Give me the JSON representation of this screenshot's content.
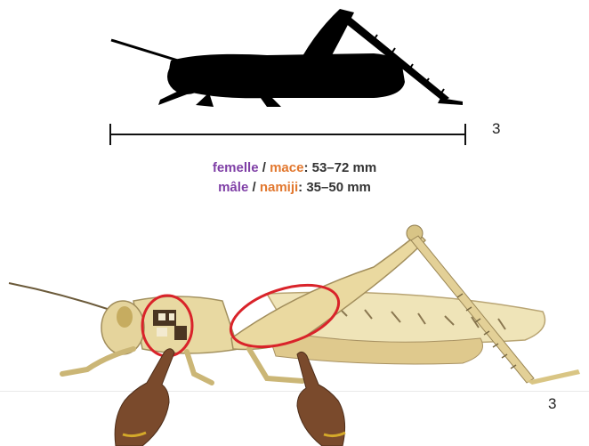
{
  "scale": {
    "top_number": "3",
    "bottom_number": "3"
  },
  "sizes": {
    "female": {
      "fr": "femelle",
      "sep": " / ",
      "ha": "mace",
      "value": ": 53–72 mm"
    },
    "male": {
      "fr": "mâle",
      "sep": " / ",
      "ha": "namiji",
      "value": ": 35–50 mm"
    }
  },
  "colors": {
    "french_label": "#7f3fa6",
    "hausa_label": "#e2782f",
    "highlight_ring": "#d9232a",
    "insect_body": "#e4d59a",
    "silhouette": "#000000"
  },
  "icons": [
    "grasshopper-silhouette-icon",
    "grasshopper-illustration",
    "pointing-hand-icon"
  ]
}
